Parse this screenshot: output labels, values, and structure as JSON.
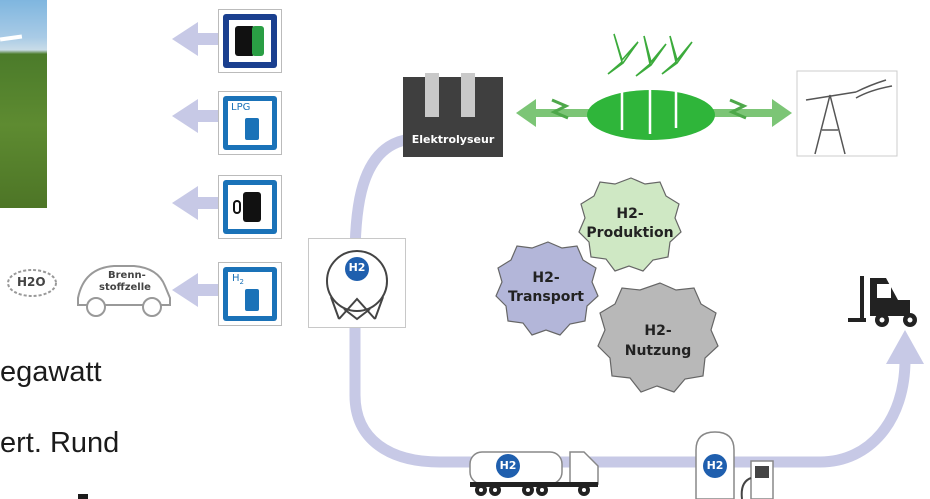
{
  "fuel_signs": {
    "lpg_label": "LPG",
    "h2_label": "H",
    "h2_subscript": "2"
  },
  "car": {
    "exhaust_label": "H2O",
    "label_line1": "Brenn-",
    "label_line2": "stoffzelle"
  },
  "electrolyser": {
    "label": "Elektrolyseur"
  },
  "storage_tank": {
    "badge": "H2"
  },
  "truck": {
    "badge": "H2"
  },
  "station": {
    "badge": "H2"
  },
  "gears": [
    {
      "line1": "H2-",
      "line2": "Produktion",
      "color": "#cfe8c4"
    },
    {
      "line1": "H2-",
      "line2": "Transport",
      "color": "#b3b6d9"
    },
    {
      "line1": "H2-",
      "line2": "Nutzung",
      "color": "#b8b8b8"
    }
  ],
  "body_text": {
    "line1": "egawatt",
    "line2": "ert. Rund",
    "line3": ""
  },
  "colors": {
    "flow_lavender": "#c7c9e6",
    "arrow_green": "#7cc576",
    "sign_blue": "#1a72b8",
    "h2_badge": "#1f5fae"
  }
}
